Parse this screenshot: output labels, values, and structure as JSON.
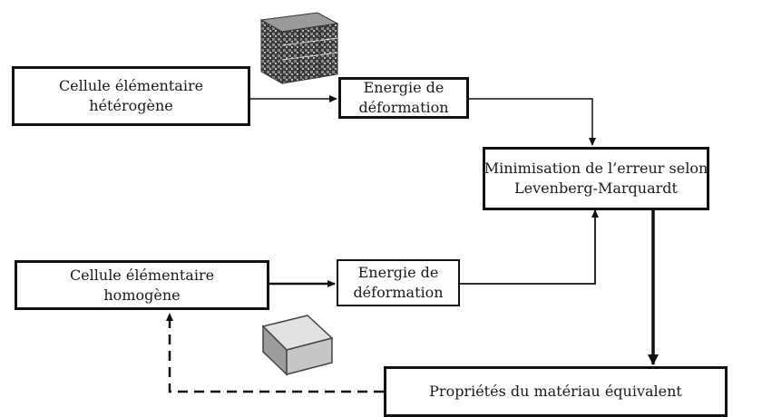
{
  "nodes": {
    "cell_hetero": {
      "lines": [
        "Cellule élémentaire",
        "hétérogène"
      ]
    },
    "energy_top": {
      "lines": [
        "Energie de",
        "déformation"
      ]
    },
    "minimisation": {
      "lines": [
        "Minimisation de l’erreur selon",
        "Levenberg-Marquardt"
      ]
    },
    "cell_homo": {
      "lines": [
        "Cellule élémentaire",
        "homogène"
      ]
    },
    "energy_bottom": {
      "lines": [
        "Energie de",
        "déformation"
      ]
    },
    "properties": {
      "lines": [
        "Propriétés du matériau équivalent"
      ]
    }
  },
  "images": {
    "hetero_cube": {
      "description_icon": "heterogeneous-cell-cube-icon",
      "color": "#555555"
    },
    "homo_cube": {
      "description_icon": "homogeneous-cell-cube-icon",
      "color": "#c8c8c8"
    }
  },
  "colors": {
    "line": "#111111",
    "text": "#1a1a1a",
    "background": "#ffffff"
  }
}
